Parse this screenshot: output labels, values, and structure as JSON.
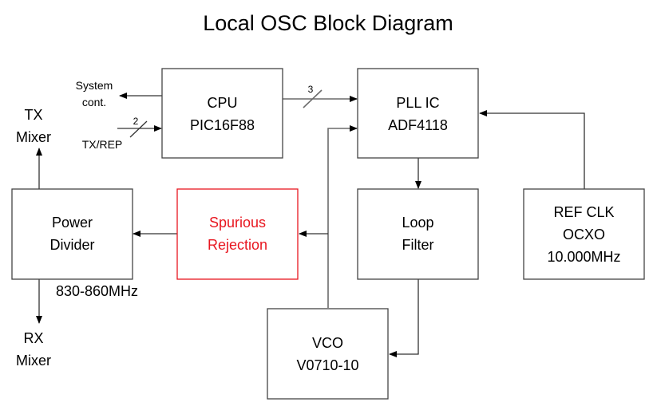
{
  "title": "Local OSC Block Diagram",
  "blocks": {
    "cpu": {
      "line1": "CPU",
      "line2": "PIC16F88"
    },
    "pll": {
      "line1": "PLL IC",
      "line2": "ADF4118"
    },
    "power_divider": {
      "line1": "Power",
      "line2": "Divider"
    },
    "spurious": {
      "line1": "Spurious",
      "line2": "Rejection",
      "color": "#e8161f"
    },
    "loop_filter": {
      "line1": "Loop",
      "line2": "Filter"
    },
    "ref_clk": {
      "line1": "REF CLK",
      "line2": "OCXO",
      "line3": "10.000MHz"
    },
    "vco": {
      "line1": "VCO",
      "line2": "V0710-10"
    }
  },
  "labels": {
    "system_cont_1": "System",
    "system_cont_2": "cont.",
    "tx_rep": "TX/REP",
    "bus_tx_rep": "2",
    "bus_cpu_pll": "3",
    "tx_mixer_1": "TX",
    "tx_mixer_2": "Mixer",
    "rx_mixer_1": "RX",
    "rx_mixer_2": "Mixer",
    "freq_range": "830-860MHz"
  }
}
